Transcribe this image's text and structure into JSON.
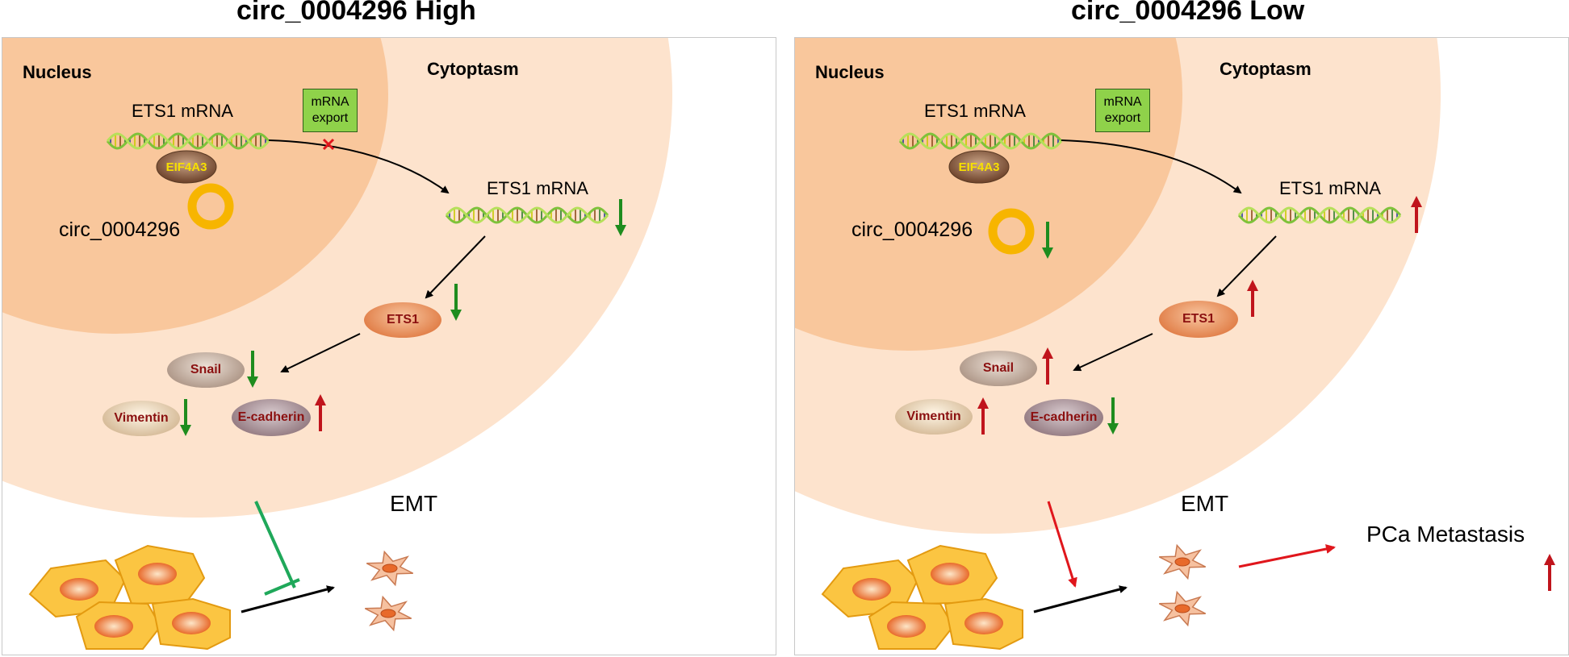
{
  "panels": [
    {
      "title": "circ_0004296 High",
      "nucleus_label": "Nucleus",
      "cytoplasm_label": "Cytoptasm",
      "nuclear_mrna_label": "ETS1 mRNA",
      "export_box": [
        "mRNA",
        "export"
      ],
      "eif4a3": "EIF4A3",
      "circ_label": "circ_0004296",
      "cyto_mrna_label": "ETS1 mRNA",
      "ets1": "ETS1",
      "snail": "Snail",
      "vimentin": "Vimentin",
      "ecadherin": "E-cadherin",
      "emt_label": "EMT",
      "export_blocked": true,
      "trends": {
        "circ": "none",
        "mrna": "down",
        "ets1": "down",
        "snail": "down",
        "vimentin": "down",
        "ecadherin": "up"
      },
      "emt_regulation": "inhibit"
    },
    {
      "title": "circ_0004296 Low",
      "nucleus_label": "Nucleus",
      "cytoplasm_label": "Cytoptasm",
      "nuclear_mrna_label": "ETS1 mRNA",
      "export_box": [
        "mRNA",
        "export"
      ],
      "eif4a3": "EIF4A3",
      "circ_label": "circ_0004296",
      "cyto_mrna_label": "ETS1 mRNA",
      "ets1": "ETS1",
      "snail": "Snail",
      "vimentin": "Vimentin",
      "ecadherin": "E-cadherin",
      "emt_label": "EMT",
      "metastasis_label": "PCa Metastasis",
      "export_blocked": false,
      "trends": {
        "circ": "down",
        "mrna": "up",
        "ets1": "up",
        "snail": "up",
        "vimentin": "up",
        "ecadherin": "down",
        "metastasis": "up"
      },
      "emt_regulation": "promote"
    }
  ],
  "colors": {
    "nucleus": "#f9c79c",
    "cytoplasm": "#fde3cd",
    "export_box": "#8fd24a",
    "circ_ring": "#f7b500",
    "up_arrow": "#c0141c",
    "down_arrow": "#1e8c1e",
    "inhibit": "#1fa85a",
    "promote": "#e0161c",
    "block_x": "#e0161c"
  }
}
